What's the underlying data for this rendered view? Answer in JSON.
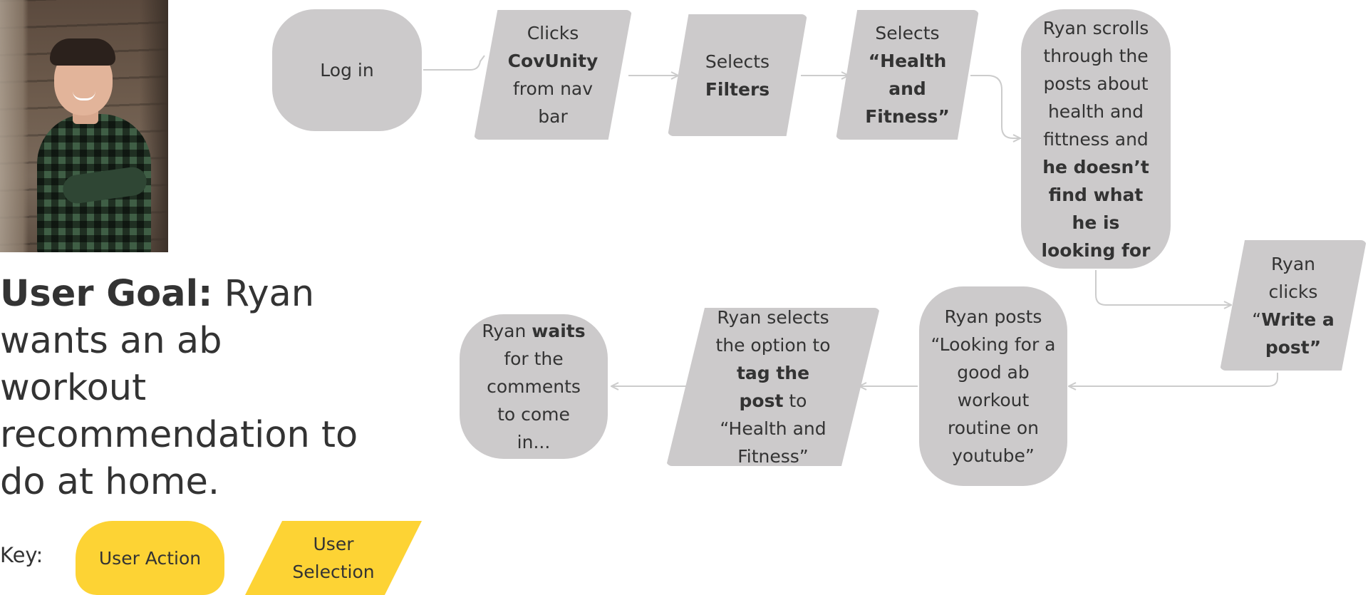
{
  "photo_alt": "",
  "goal": {
    "label": "User Goal:",
    "text": " Ryan wants an ab workout recommendation to do at home."
  },
  "key": {
    "label": "Key:",
    "user_action": "User Action",
    "user_selection": "User Selection"
  },
  "colors": {
    "node_fill": "#cccacb",
    "key_fill": "#fdd334",
    "connector": "#cccccc",
    "text": "#333333"
  },
  "nodes": {
    "login": {
      "type": "action",
      "html": "Log in"
    },
    "clicks_covunity": {
      "type": "selection",
      "html": "Clicks <b>CovUnity</b> from nav bar"
    },
    "selects_filters": {
      "type": "selection",
      "html": "Selects <b>Filters</b>"
    },
    "selects_health": {
      "type": "selection",
      "html": "Selects <b>“Health and Fitness”</b>"
    },
    "scrolls_posts": {
      "type": "action",
      "html": "Ryan scrolls through the posts about health and fittness and <b>he doesn’t find what he is looking for</b>"
    },
    "clicks_write": {
      "type": "selection",
      "html": "Ryan clicks “<b>Write a post”</b>"
    },
    "posts_looking": {
      "type": "action",
      "html": "Ryan posts “Looking for a good ab workout routine on youtube”"
    },
    "selects_tag": {
      "type": "selection",
      "html": "Ryan selects the option to <b>tag the post</b> to “Health and Fitness”"
    },
    "waits": {
      "type": "action",
      "html": "Ryan <b>waits</b> for the comments to come in..."
    }
  }
}
